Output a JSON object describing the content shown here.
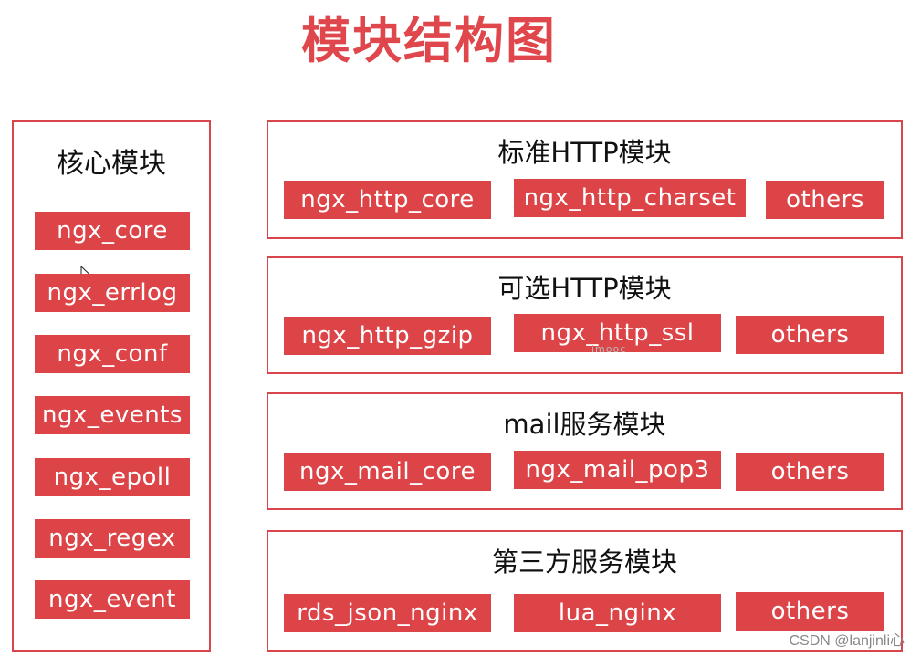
{
  "title": "模块结构图",
  "core": {
    "title": "核心模块",
    "items": [
      "ngx_core",
      "ngx_errlog",
      "ngx_conf",
      "ngx_events",
      "ngx_epoll",
      "ngx_regex",
      "ngx_event"
    ]
  },
  "groups": [
    {
      "title": "标准HTTP模块",
      "items": [
        "ngx_http_core",
        "ngx_http_charset",
        "others"
      ]
    },
    {
      "title": "可选HTTP模块",
      "items": [
        "ngx_http_gzip",
        "ngx_http_ssl",
        "others"
      ]
    },
    {
      "title": "mail服务模块",
      "items": [
        "ngx_mail_core",
        "ngx_mail_pop3",
        "others"
      ]
    },
    {
      "title": "第三方服务模块",
      "items": [
        "rds_json_nginx",
        "lua_nginx",
        "others"
      ]
    }
  ],
  "overlay": {
    "faint_text": "imooc"
  },
  "watermark": "CSDN @lanjinli心",
  "colors": {
    "accent": "#dc4448",
    "border": "#d8464b",
    "title": "#e0474c"
  }
}
